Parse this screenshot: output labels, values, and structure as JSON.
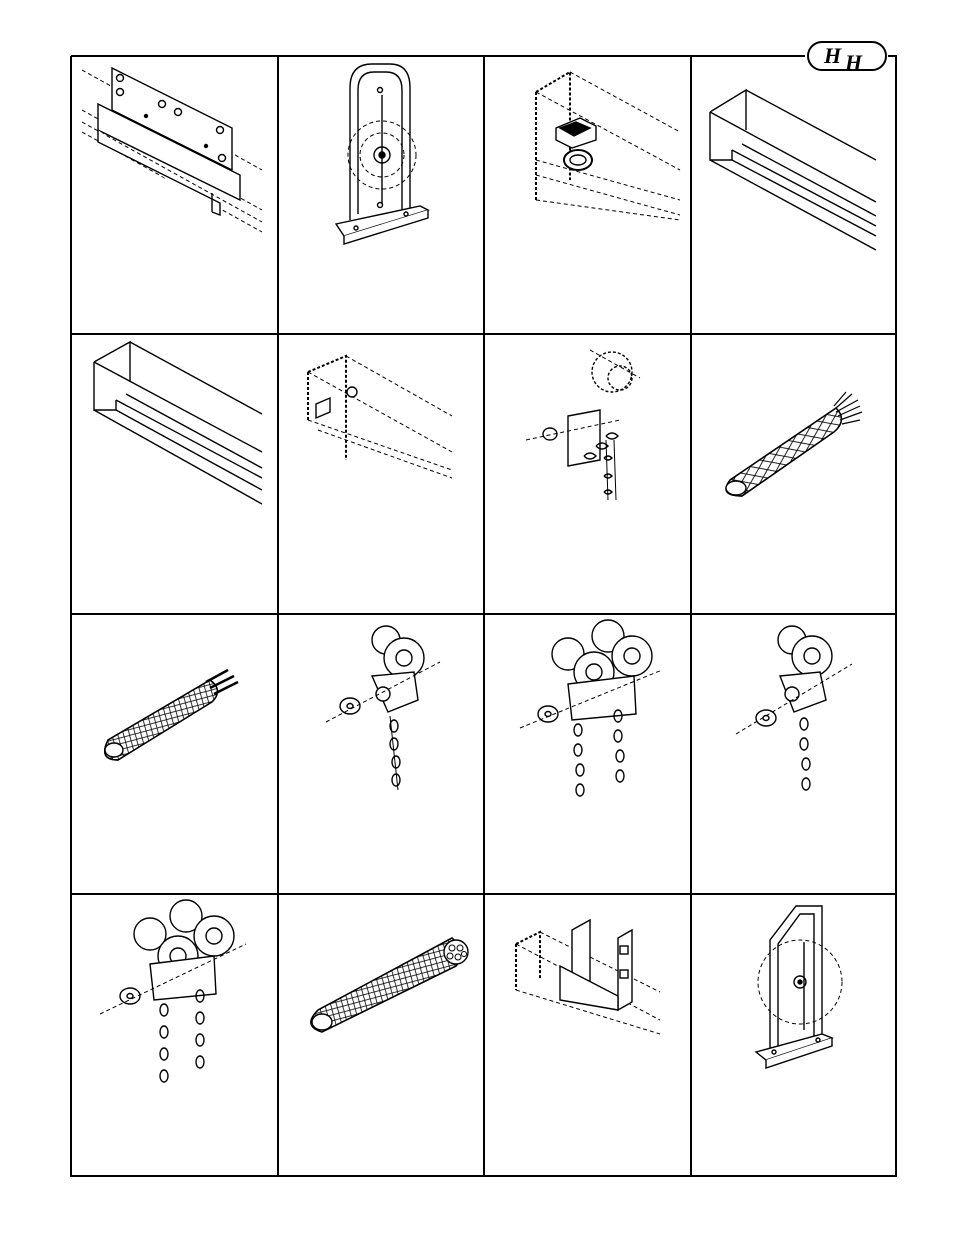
{
  "logo": {
    "letters": [
      "H",
      "H"
    ]
  },
  "grid": {
    "columns": 4,
    "rows": 4
  },
  "cells": [
    {
      "name": "cell-bracket-wall-mount",
      "icon": "wall-bracket-icon"
    },
    {
      "name": "cell-dead-end-pulley-bracket",
      "icon": "pulley-bracket-icon"
    },
    {
      "name": "cell-ceiling-eye-clamp",
      "icon": "eye-clamp-icon"
    },
    {
      "name": "cell-track-section-large",
      "icon": "track-section-icon"
    },
    {
      "name": "cell-track-section-small",
      "icon": "track-section-icon"
    },
    {
      "name": "cell-track-end-stop",
      "icon": "end-stop-icon"
    },
    {
      "name": "cell-end-carrier-chain",
      "icon": "end-carrier-icon"
    },
    {
      "name": "cell-brush-seal",
      "icon": "brush-seal-icon"
    },
    {
      "name": "cell-braided-cable",
      "icon": "braided-cable-icon"
    },
    {
      "name": "cell-single-trolley-chain",
      "icon": "trolley-icon"
    },
    {
      "name": "cell-double-trolley-chain",
      "icon": "double-trolley-icon"
    },
    {
      "name": "cell-single-trolley-chain-right",
      "icon": "trolley-icon"
    },
    {
      "name": "cell-four-wheel-trolley",
      "icon": "four-wheel-trolley-icon"
    },
    {
      "name": "cell-braided-rope",
      "icon": "braided-rope-icon"
    },
    {
      "name": "cell-splice-clamp",
      "icon": "splice-clamp-icon"
    },
    {
      "name": "cell-head-block-pulley",
      "icon": "head-block-icon"
    }
  ]
}
